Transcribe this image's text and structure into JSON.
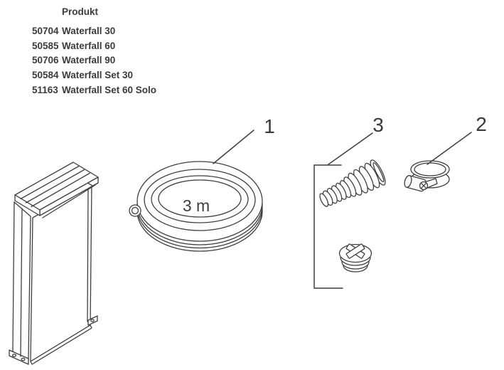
{
  "product_table": {
    "header": "Produkt",
    "rows": [
      {
        "code": "50704",
        "name": "Waterfall 30"
      },
      {
        "code": "50585",
        "name": "Waterfall 60"
      },
      {
        "code": "50706",
        "name": "Waterfall 90"
      },
      {
        "code": "50584",
        "name": "Waterfall Set 30"
      },
      {
        "code": "51163",
        "name": "Waterfall Set 60 Solo"
      }
    ]
  },
  "diagram": {
    "hose_length_label": "3 m",
    "callout_1": "1",
    "callout_2": "2",
    "callout_3": "3",
    "colors": {
      "line": "#3f3f3f",
      "text": "#3b3b3b",
      "background": "#ffffff"
    }
  }
}
